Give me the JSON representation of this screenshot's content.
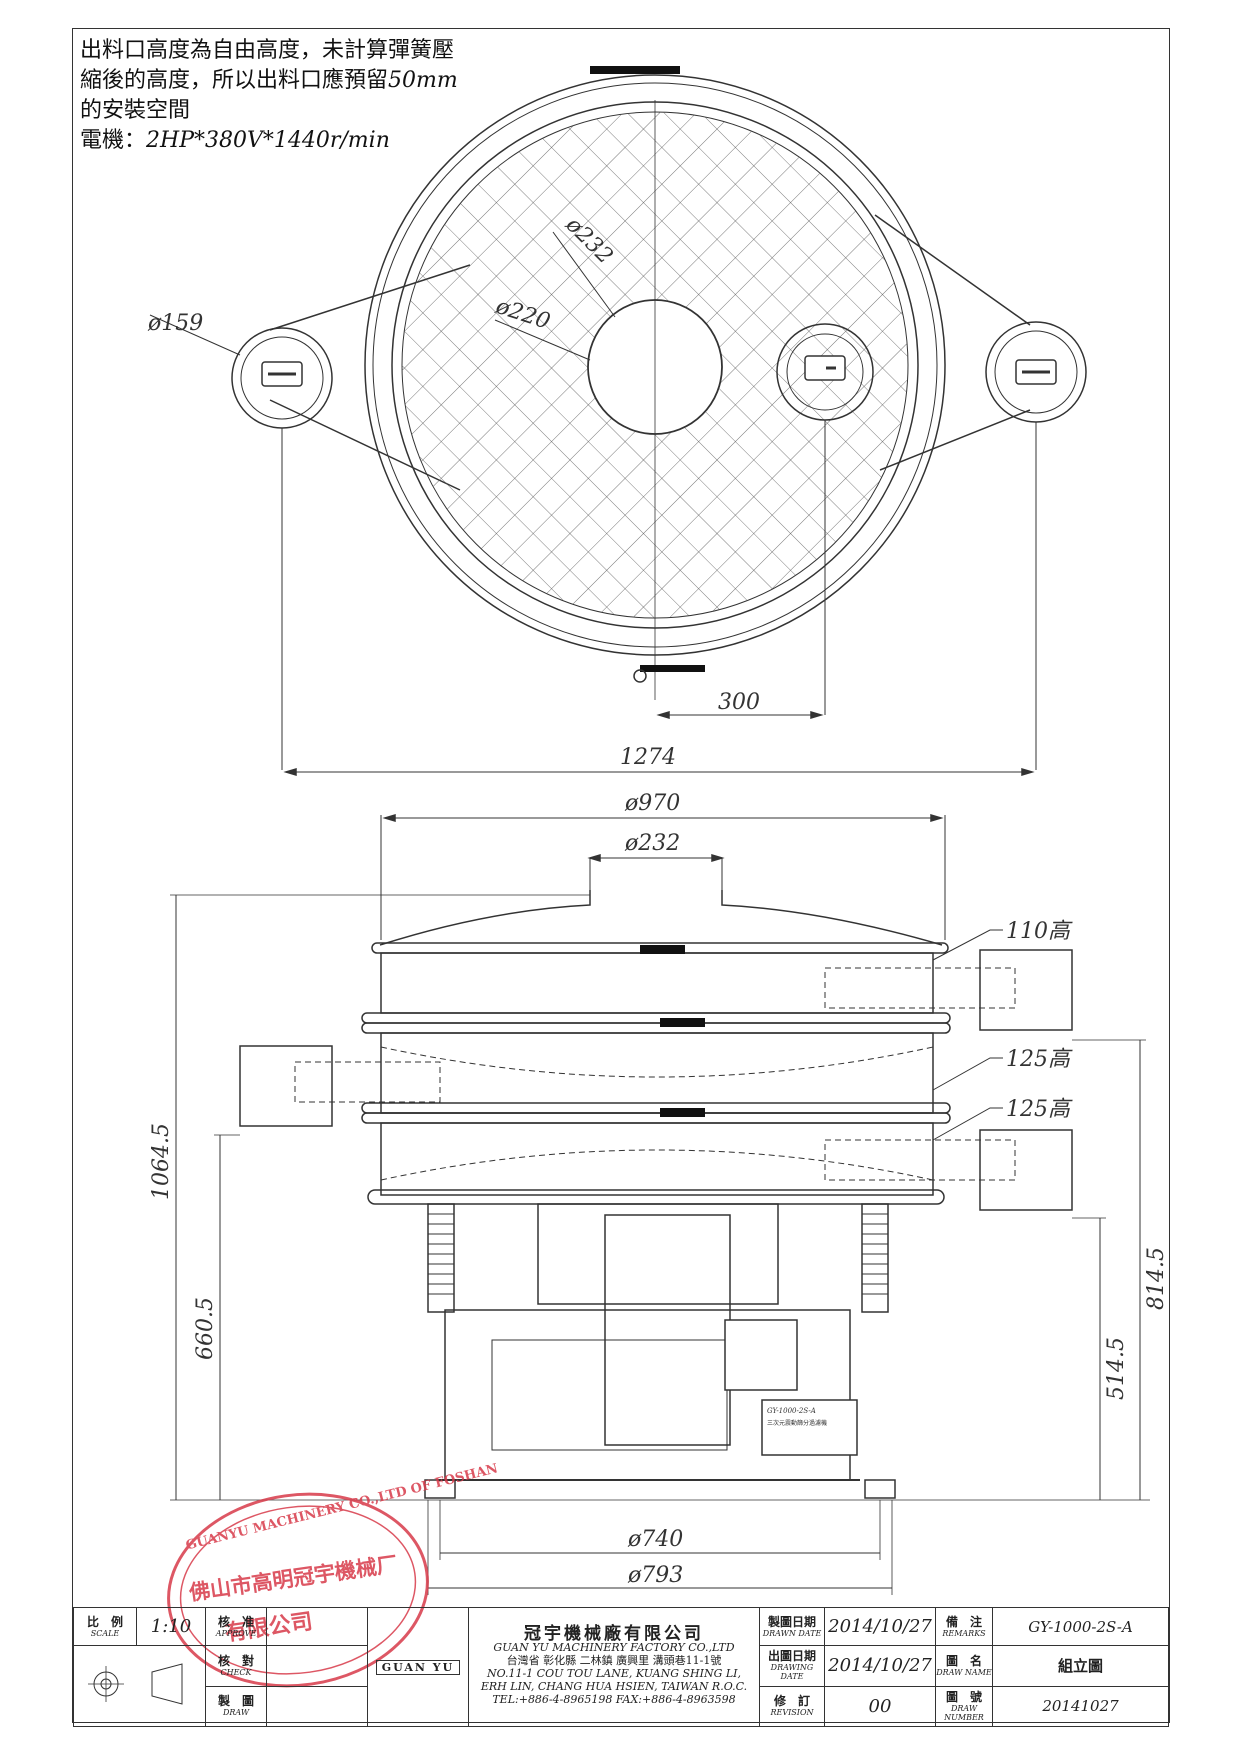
{
  "notes": {
    "line1": "出料口高度為自由高度，未計算彈簧壓",
    "line2_prefix": "縮後的高度，所以出料口應預留",
    "line2_value": "50mm",
    "line3": "的安裝空間",
    "line4_label": "電機：",
    "line4_value": "2HP*380V*1440r/min"
  },
  "dimensions": {
    "d159": "ø159",
    "d232_top": "ø232",
    "d220": "ø220",
    "d300": "300",
    "d1274": "1274",
    "d970": "ø970",
    "d232_side": "ø232",
    "h110": "110高",
    "h125a": "125高",
    "h125b": "125高",
    "h1064": "1064.5",
    "h660": "660.5",
    "h814": "814.5",
    "h514": "514.5",
    "d740": "ø740",
    "d793": "ø793"
  },
  "nameplate": {
    "model": "GY-1000-2S-A",
    "name": "三次元震動篩分過濾機"
  },
  "stamp": {
    "ring_text": "GUANYU MACHINERY CO.,LTD OF FOSHAN",
    "inner": "佛山市高明冠宇機械厂",
    "bottom": "有限公司"
  },
  "title_block": {
    "scale_label": "比　例",
    "scale_sub": "SCALE",
    "scale_value": "1:10",
    "approve_label": "核　准",
    "approve_sub": "APPROVE",
    "check_label": "核　對",
    "check_sub": "CHECK",
    "draw_label": "製　圖",
    "draw_sub": "DRAW",
    "company_cn": "冠宇機械廠有限公司",
    "company_en": "GUAN YU MACHINERY FACTORY CO.,LTD",
    "address_cn": "台灣省 彰化縣 二林鎮 廣興里 溝頭巷11-1號",
    "address_en1": "NO.11-1 COU TOU LANE, KUANG SHING LI,",
    "address_en2": "ERH LIN, CHANG HUA HSIEN, TAIWAN R.O.C.",
    "tel": "TEL:+886-4-8965198  FAX:+886-4-8963598",
    "logo_text": "GUAN YU",
    "drawn_date_label": "製圖日期",
    "drawn_date_sub": "DRAWN DATE",
    "drawn_date": "2014/10/27",
    "drawing_date_label": "出圖日期",
    "drawing_date_sub": "DRAWING DATE",
    "drawing_date": "2014/10/27",
    "revision_label": "修　訂",
    "revision_sub": "REVISION",
    "revision": "00",
    "remarks_label": "備　注",
    "remarks_sub": "REMARKS",
    "remarks": "GY-1000-2S-A",
    "drawname_label": "圖　名",
    "drawname_sub": "DRAW NAME",
    "drawname": "組立圖",
    "drawnumber_label": "圖　號",
    "drawnumber_sub": "DRAW NUMBER",
    "drawnumber": "20141027"
  },
  "colors": {
    "line": "#333333",
    "stamp": "#d83a4a"
  }
}
